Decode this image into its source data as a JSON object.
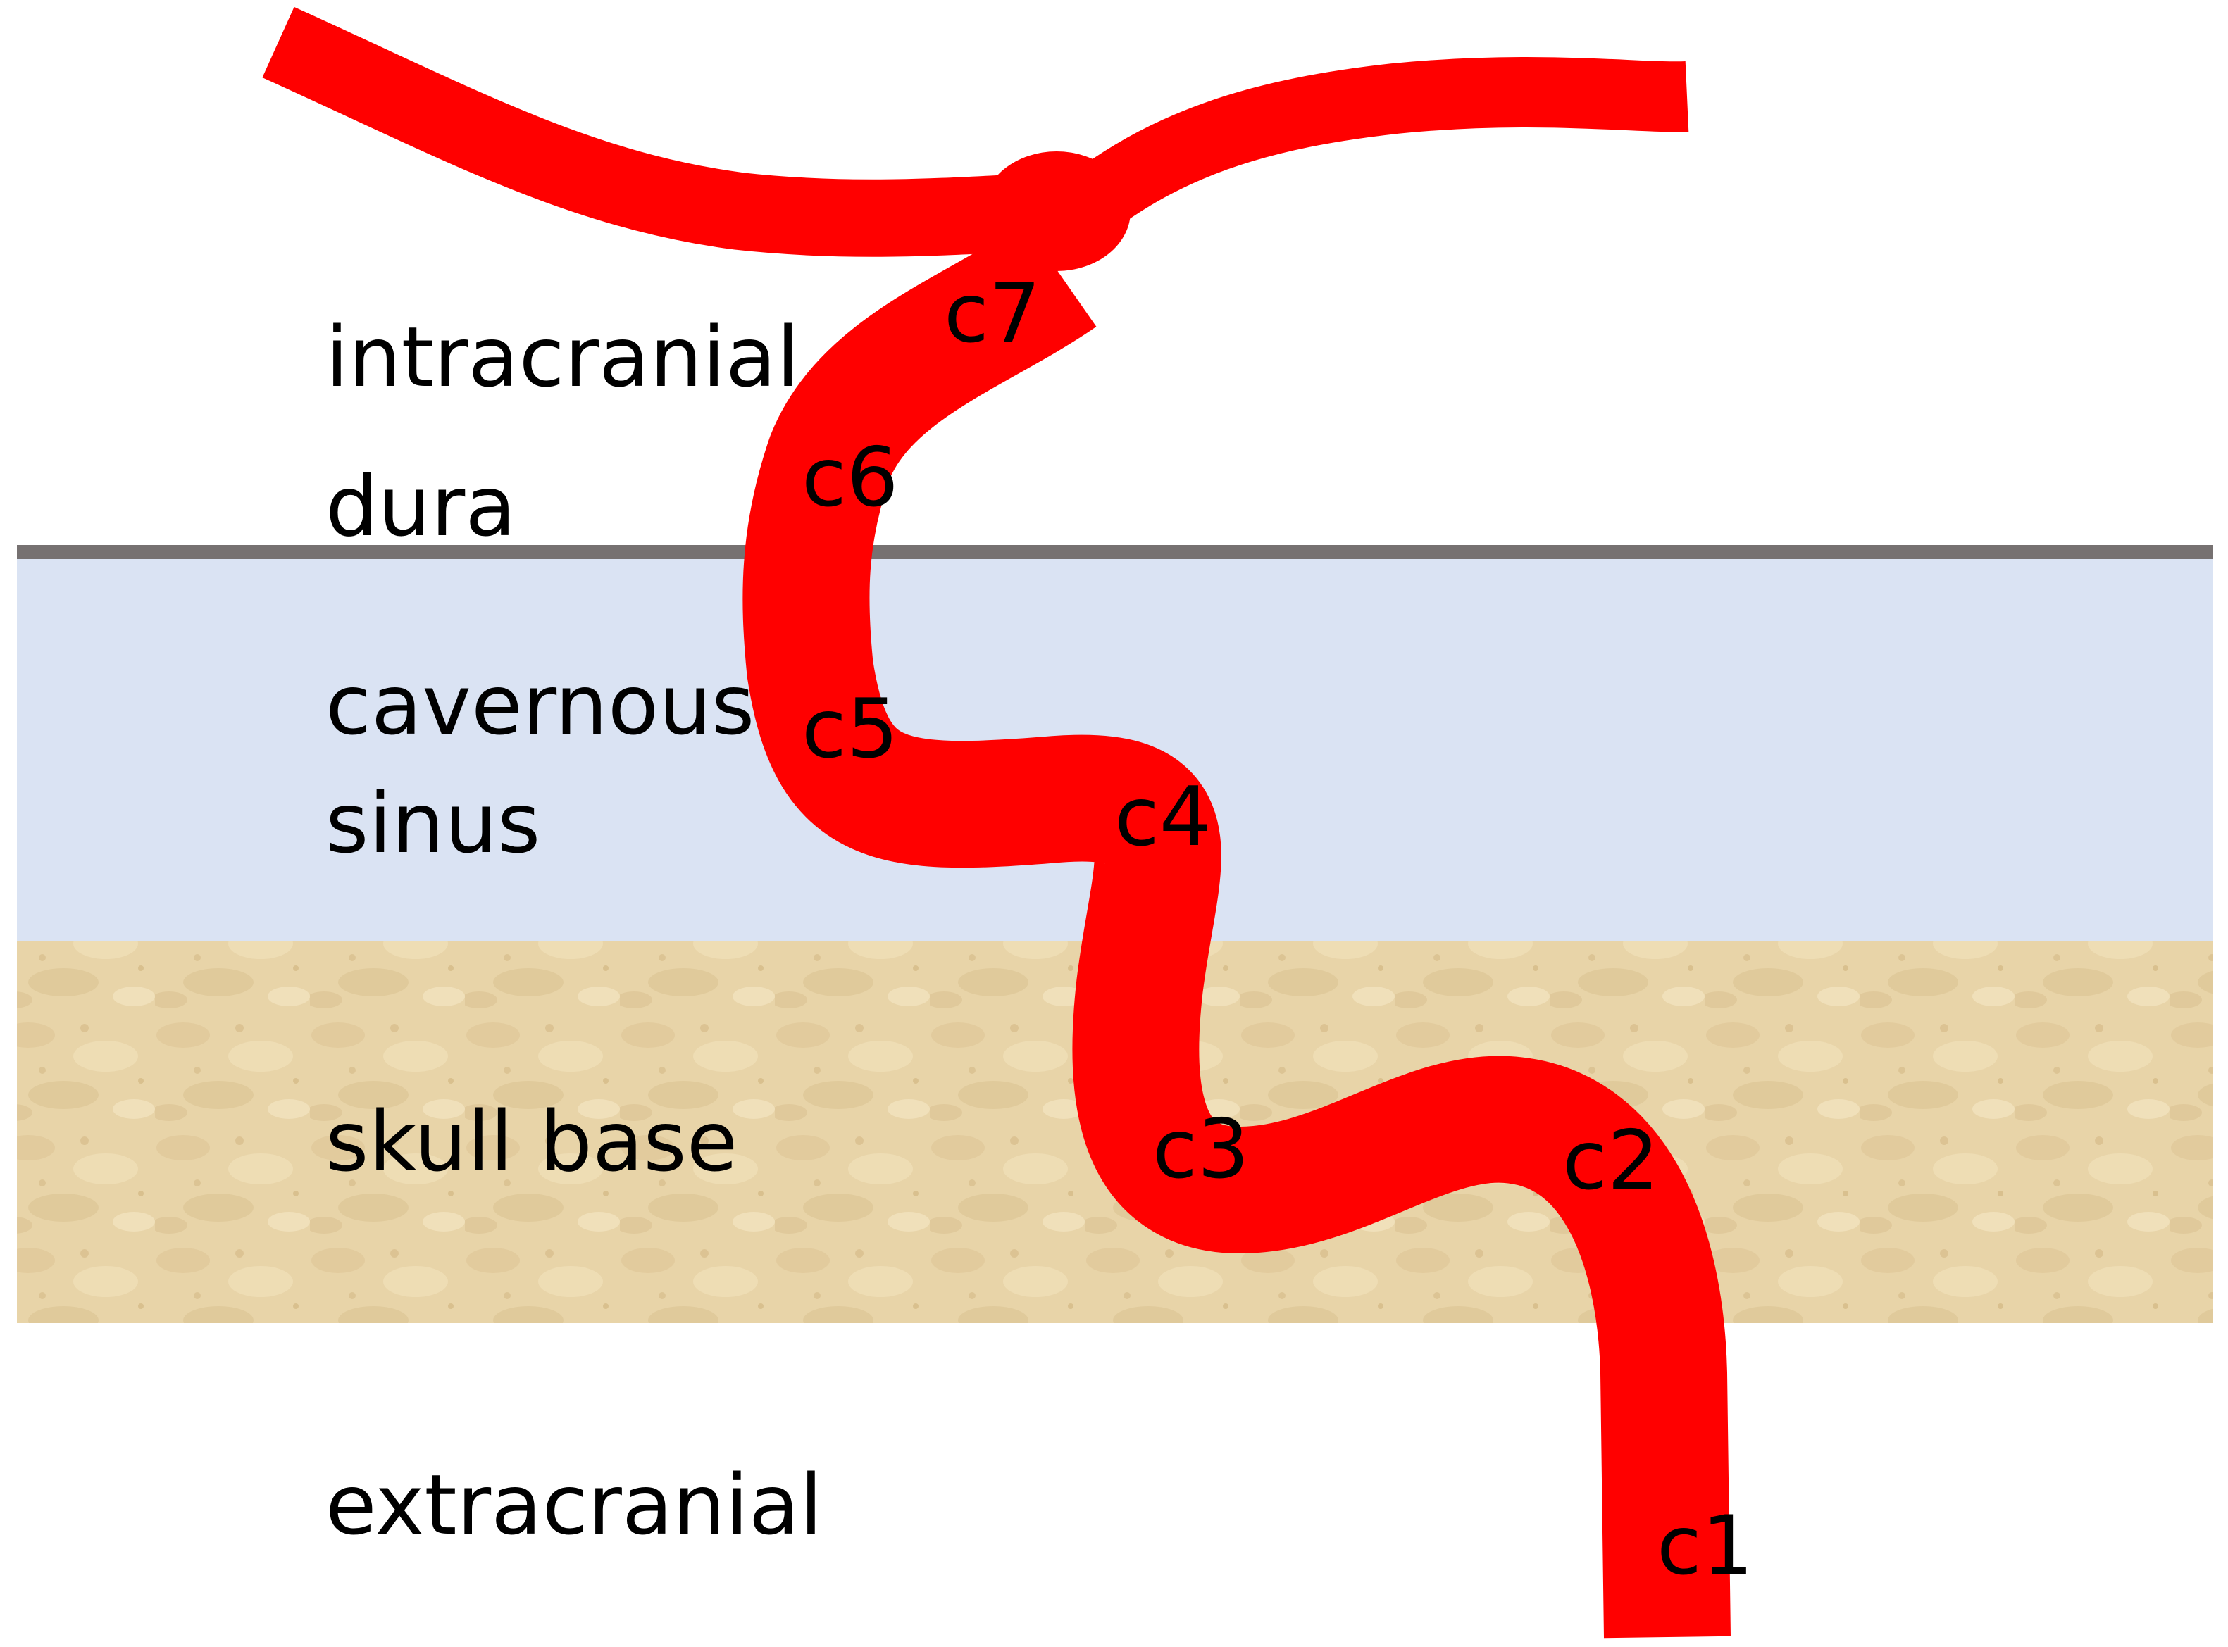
{
  "regions": {
    "intracranial": "intracranial",
    "dura": "dura",
    "cavernous_sinus_line1": "cavernous",
    "cavernous_sinus_line2": "sinus",
    "skull_base": "skull base",
    "extracranial": "extracranial"
  },
  "segments": {
    "c1": "c1",
    "c2": "c2",
    "c3": "c3",
    "c4": "c4",
    "c5": "c5",
    "c6": "c6",
    "c7": "c7"
  },
  "colors": {
    "artery": "#ff0000",
    "dura_line": "#767171",
    "cavernous_sinus": "#dae3f3",
    "skull_base": "#e6d2a6",
    "background": "#ffffff"
  }
}
